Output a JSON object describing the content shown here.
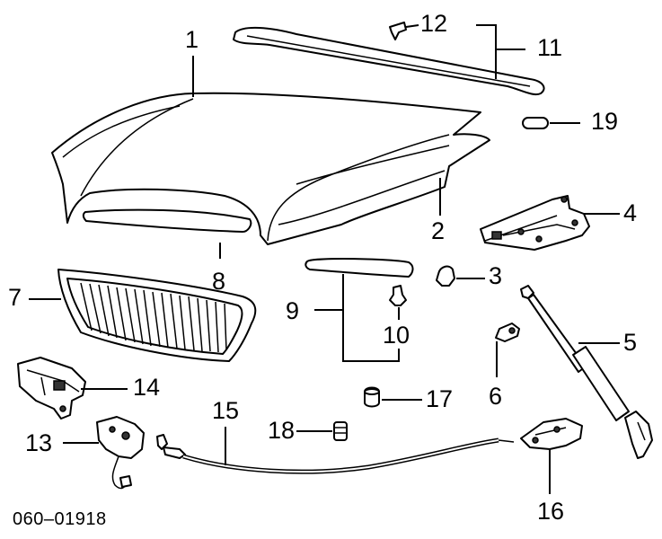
{
  "diagram_code": "060–01918",
  "callouts": [
    {
      "id": "1",
      "text": "1"
    },
    {
      "id": "2",
      "text": "2"
    },
    {
      "id": "3",
      "text": "3"
    },
    {
      "id": "4",
      "text": "4"
    },
    {
      "id": "5",
      "text": "5"
    },
    {
      "id": "6",
      "text": "6"
    },
    {
      "id": "7",
      "text": "7"
    },
    {
      "id": "8",
      "text": "8"
    },
    {
      "id": "9",
      "text": "9"
    },
    {
      "id": "10",
      "text": "10"
    },
    {
      "id": "11",
      "text": "11"
    },
    {
      "id": "12",
      "text": "12"
    },
    {
      "id": "13",
      "text": "13"
    },
    {
      "id": "14",
      "text": "14"
    },
    {
      "id": "15",
      "text": "15"
    },
    {
      "id": "16",
      "text": "16"
    },
    {
      "id": "17",
      "text": "17"
    },
    {
      "id": "18",
      "text": "18"
    },
    {
      "id": "19",
      "text": "19"
    }
  ]
}
